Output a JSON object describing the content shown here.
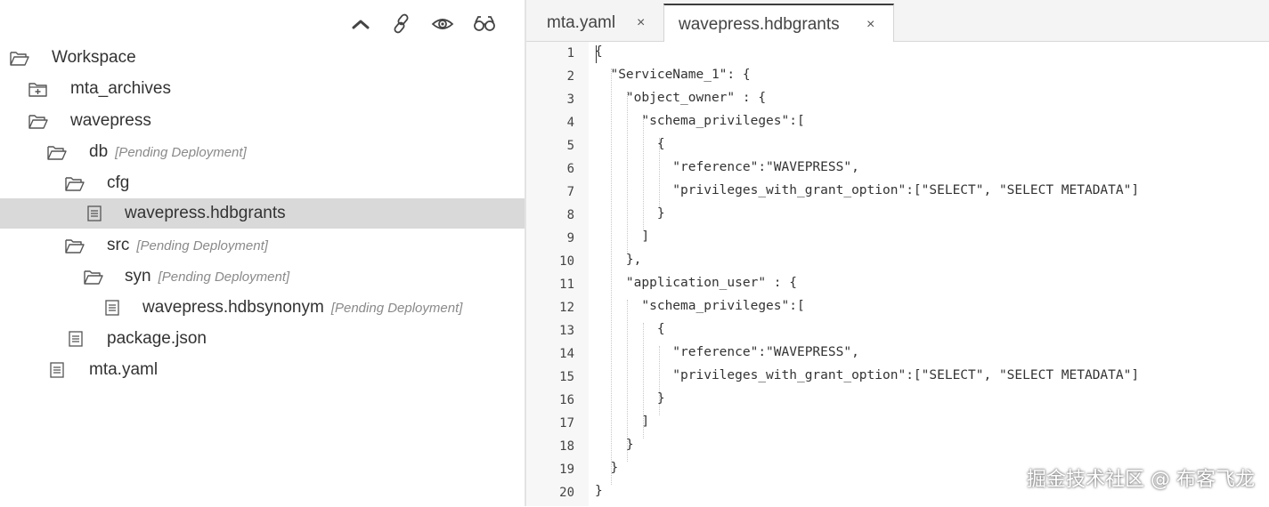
{
  "explorer": {
    "toolbar": [
      {
        "icon": "collapse-up-icon"
      },
      {
        "icon": "link-icon"
      },
      {
        "icon": "eye-icon"
      },
      {
        "icon": "glasses-icon"
      }
    ],
    "tree": [
      {
        "label": "Workspace",
        "status": "",
        "icon": "folder-open-icon",
        "selected": false
      },
      {
        "label": "mta_archives",
        "status": "",
        "icon": "folder-plus-icon",
        "selected": false
      },
      {
        "label": "wavepress",
        "status": "",
        "icon": "folder-open-icon",
        "selected": false
      },
      {
        "label": "db",
        "status": "[Pending Deployment]",
        "icon": "folder-open-icon",
        "selected": false
      },
      {
        "label": "cfg",
        "status": "",
        "icon": "folder-open-icon",
        "selected": false
      },
      {
        "label": "wavepress.hdbgrants",
        "status": "",
        "icon": "file-icon",
        "selected": true
      },
      {
        "label": "src",
        "status": "[Pending Deployment]",
        "icon": "folder-open-icon",
        "selected": false
      },
      {
        "label": "syn",
        "status": "[Pending Deployment]",
        "icon": "folder-open-icon",
        "selected": false
      },
      {
        "label": "wavepress.hdbsynonym",
        "status": "[Pending Deployment]",
        "icon": "file-icon",
        "selected": false
      },
      {
        "label": "package.json",
        "status": "",
        "icon": "file-icon",
        "selected": false
      },
      {
        "label": "mta.yaml",
        "status": "",
        "icon": "file-icon",
        "selected": false
      }
    ]
  },
  "editor": {
    "tabs": [
      {
        "label": "mta.yaml",
        "close": "×",
        "active": false
      },
      {
        "label": "wavepress.hdbgrants",
        "close": "×",
        "active": true
      }
    ],
    "lines": [
      {
        "n": "1",
        "text": "{"
      },
      {
        "n": "2",
        "text": "  \"ServiceName_1\": {"
      },
      {
        "n": "3",
        "text": "    \"object_owner\" : {"
      },
      {
        "n": "4",
        "text": "      \"schema_privileges\":["
      },
      {
        "n": "5",
        "text": "        {"
      },
      {
        "n": "6",
        "text": "          \"reference\":\"WAVEPRESS\","
      },
      {
        "n": "7",
        "text": "          \"privileges_with_grant_option\":[\"SELECT\", \"SELECT METADATA\"]"
      },
      {
        "n": "8",
        "text": "        }"
      },
      {
        "n": "9",
        "text": "      ]"
      },
      {
        "n": "10",
        "text": "    },"
      },
      {
        "n": "11",
        "text": "    \"application_user\" : {"
      },
      {
        "n": "12",
        "text": "      \"schema_privileges\":["
      },
      {
        "n": "13",
        "text": "        {"
      },
      {
        "n": "14",
        "text": "          \"reference\":\"WAVEPRESS\","
      },
      {
        "n": "15",
        "text": "          \"privileges_with_grant_option\":[\"SELECT\", \"SELECT METADATA\"]"
      },
      {
        "n": "16",
        "text": "        }"
      },
      {
        "n": "17",
        "text": "      ]"
      },
      {
        "n": "18",
        "text": "    }"
      },
      {
        "n": "19",
        "text": "  }"
      },
      {
        "n": "20",
        "text": "}"
      }
    ]
  },
  "watermark": "掘金技术社区 @ 布客飞龙"
}
